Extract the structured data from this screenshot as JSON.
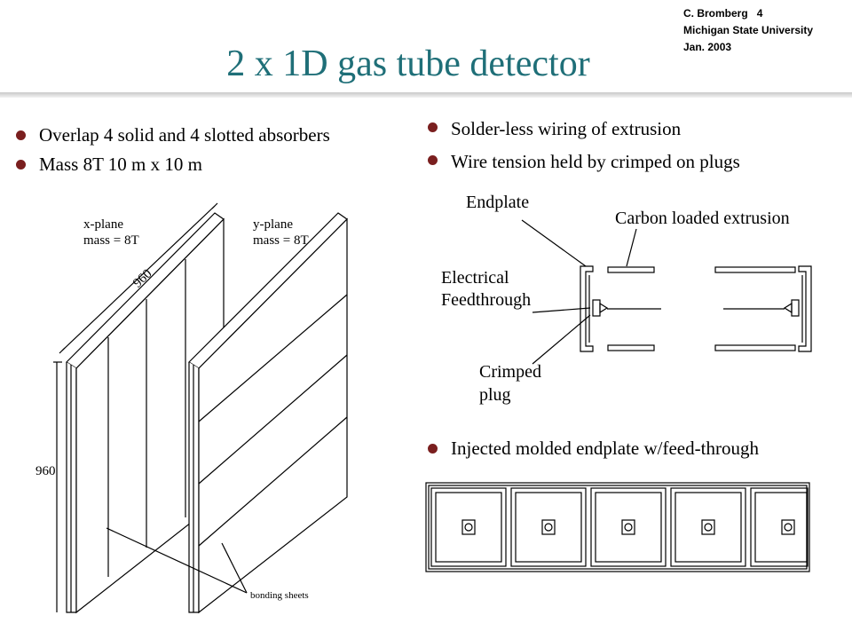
{
  "header": {
    "author": "C. Bromberg",
    "page_number": "4",
    "institution": "Michigan State University",
    "date": "Jan. 2003"
  },
  "title": "2 x 1D gas tube detector",
  "left_bullets": [
    "Overlap 4 solid and 4 slotted absorbers",
    "Mass 8T  10 m x 10 m"
  ],
  "right_bullets": [
    "Solder-less wiring of extrusion",
    "Wire tension held by crimped on plugs"
  ],
  "bottom_bullet": "Injected molded endplate w/feed-through",
  "detector_figure": {
    "x_plane_label": "x-plane",
    "x_plane_mass": "mass = 8T",
    "y_plane_label": "y-plane",
    "y_plane_mass": "mass = 8T",
    "width_dim": "960",
    "height_dim": "960",
    "bonding_label": "bonding sheets"
  },
  "extrusion_figure": {
    "endplate_label": "Endplate",
    "extrusion_label": "Carbon loaded extrusion",
    "feedthrough_label_line1": "Electrical",
    "feedthrough_label_line2": "Feedthrough",
    "plug_label_line1": "Crimped",
    "plug_label_line2": "plug"
  },
  "colors": {
    "title": "#1f6f78",
    "bullet": "#7a1f1f"
  }
}
